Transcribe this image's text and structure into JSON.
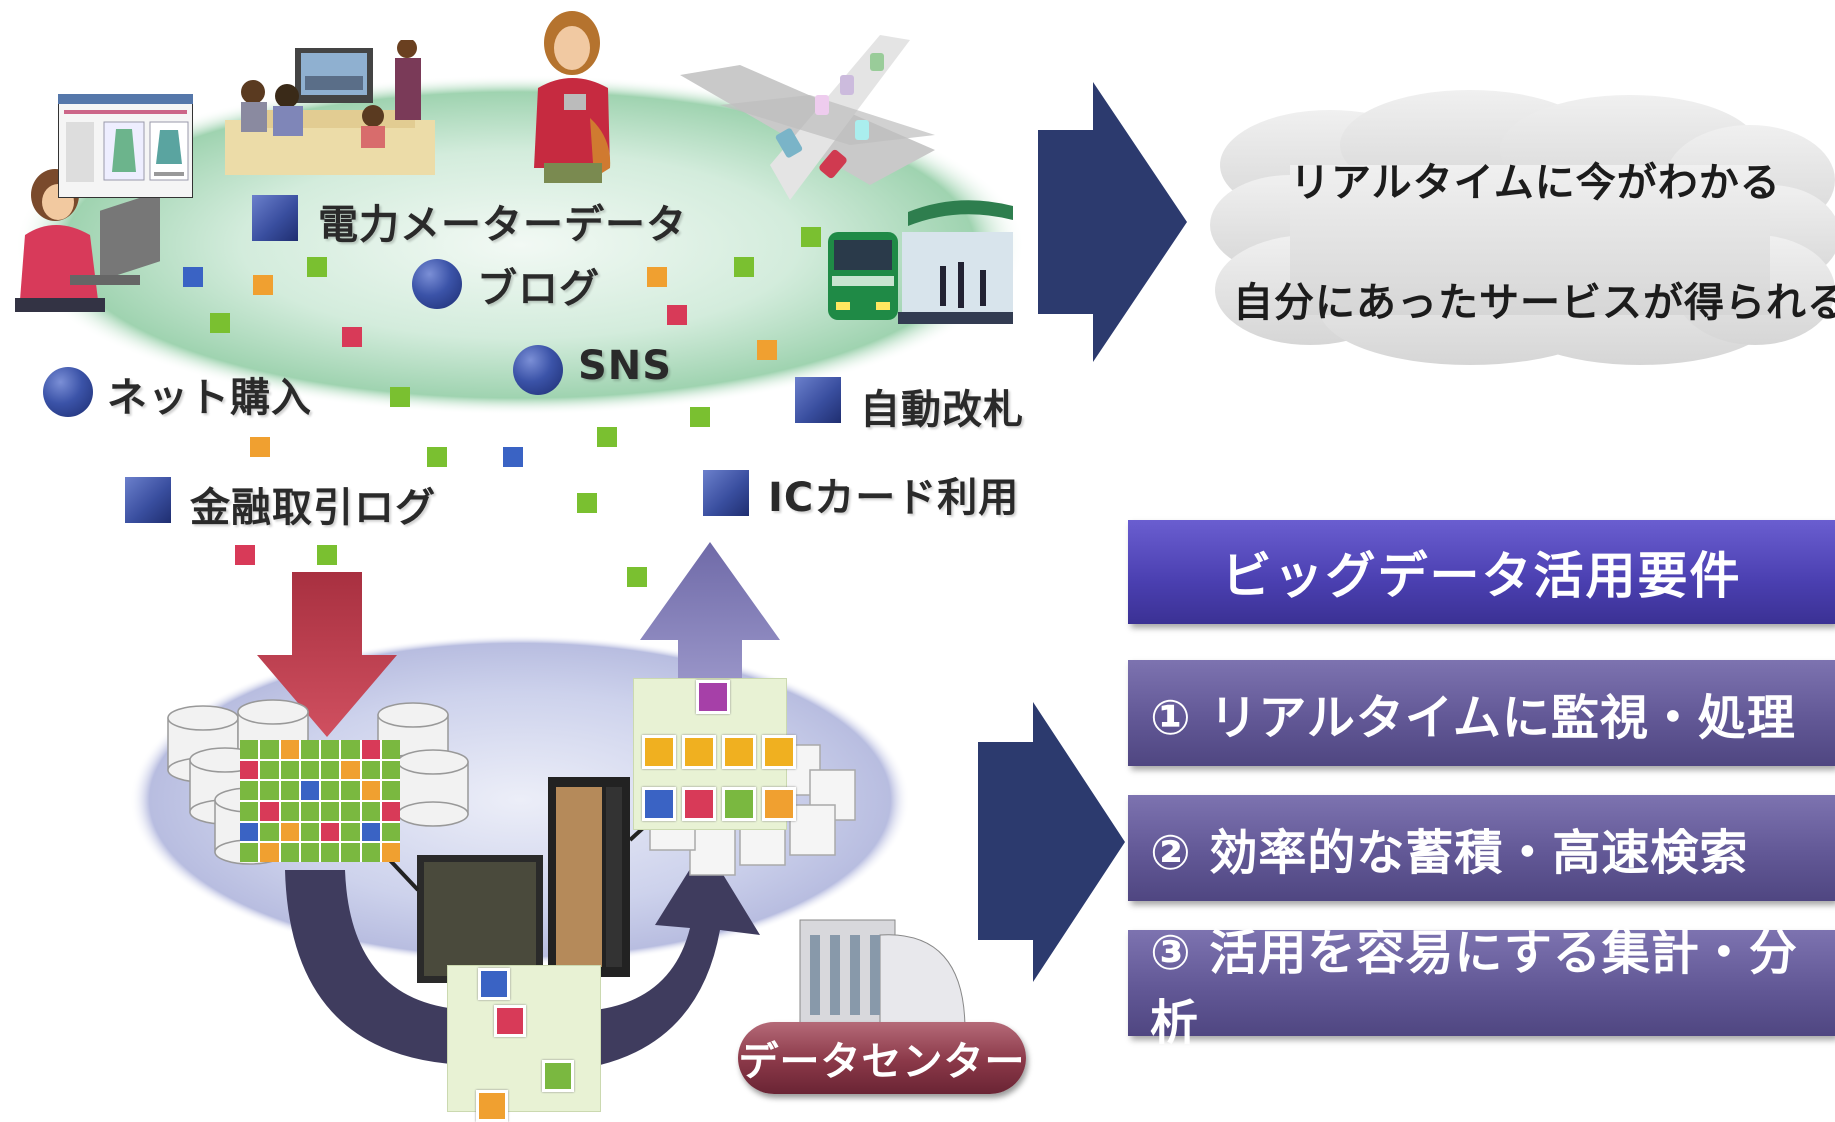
{
  "sources": {
    "power_meter": "電力メーターデータ",
    "blog": "ブログ",
    "sns": "SNS",
    "net_purchase": "ネット購入",
    "auto_gate": "自動改札",
    "financial_log": "金融取引ログ",
    "ic_card": "ICカード利用"
  },
  "benefits": {
    "line1": "リアルタイムに今がわかる",
    "line2": "自分にあったサービスが得られる"
  },
  "requirements": {
    "title": "ビッグデータ活用要件",
    "items": [
      "① リアルタイムに監視・処理",
      "② 効率的な蓄積・高速検索",
      "③ 活用を容易にする集計・分析"
    ]
  },
  "datacenter_label": "データセンター",
  "colors": {
    "arrow_navy": "#2c3a6e",
    "header_purple": "#4a3fb0",
    "item_purple": "#625896",
    "badge_maroon": "#8a3848",
    "down_arrow_red": "#c0404a",
    "up_arrow_lavender": "#8a86c0"
  },
  "icons": [
    "person-laptop-icon",
    "family-tv-icon",
    "woman-phone-icon",
    "highway-icon",
    "train-station-icon",
    "storage-cylinders-icon",
    "server-rack-icon",
    "server-boxes-icon",
    "building-icon"
  ]
}
